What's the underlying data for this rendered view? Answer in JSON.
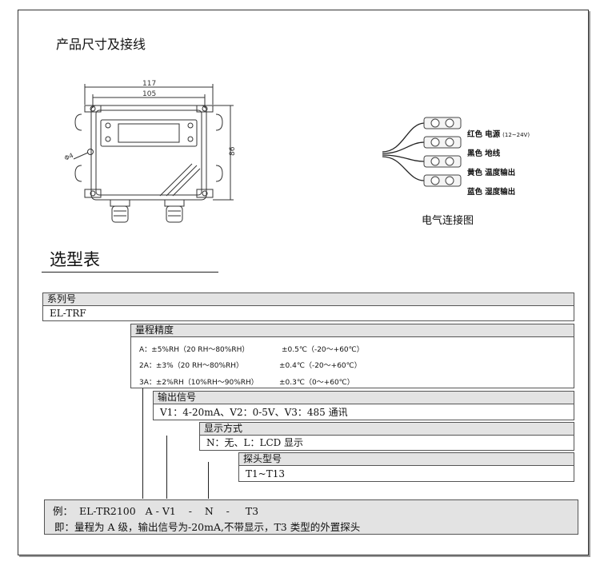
{
  "heading": "产品尺寸及接线",
  "drawing": {
    "dim_117": "117",
    "dim_105": "105",
    "dim_86": "86",
    "dim_hole": "Φ4"
  },
  "wiring": {
    "caption": "电气连接图",
    "wires": [
      {
        "color": "红色",
        "name": "电源",
        "note": "(12~24V)"
      },
      {
        "color": "黑色",
        "name": "地线",
        "note": ""
      },
      {
        "color": "黄色",
        "name": "温度输出",
        "note": ""
      },
      {
        "color": "蓝色",
        "name": "湿度输出",
        "note": ""
      }
    ]
  },
  "selection": {
    "title": "选型表",
    "series": {
      "header": "系列号",
      "value": "EL-TRF"
    },
    "accuracy": {
      "header": "量程精度",
      "rows": [
        {
          "code": "A：±5%RH（20 RH～80%RH）",
          "temp": "±0.5℃（-20～+60℃）"
        },
        {
          "code": "2A：±3%（20 RH～80%RH）",
          "temp": "±0.4℃（-20～+60℃）"
        },
        {
          "code": "3A：±2%RH（10%RH～90%RH）",
          "temp": "±0.3℃（0～+60℃）"
        }
      ]
    },
    "output": {
      "header": "输出信号",
      "value": "V1：4-20mA、V2：0-5V、V3：485 通讯"
    },
    "display": {
      "header": "显示方式",
      "value": "N：无、L：LCD 显示"
    },
    "probe": {
      "header": "探头型号",
      "value": "T1~T13"
    },
    "example": {
      "line1": "例：  EL-TR2100   A - V1    -    N    -     T3",
      "line2": "即：量程为 A 级，输出信号为-20mA,不带显示，T3 类型的外置探头"
    }
  }
}
